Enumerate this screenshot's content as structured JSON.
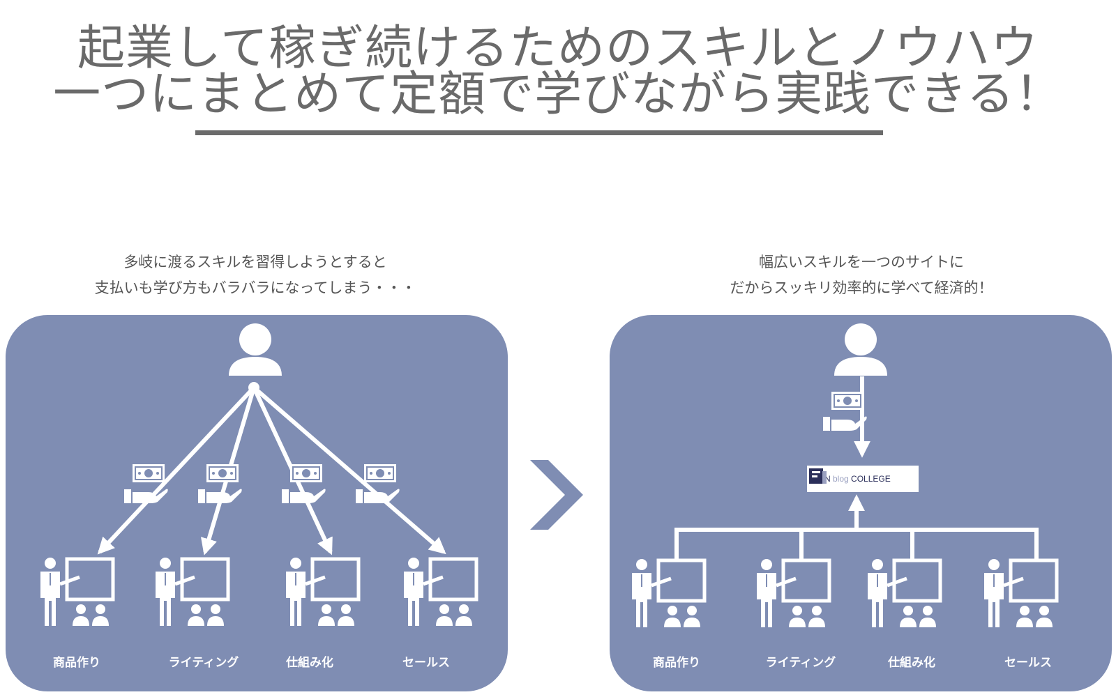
{
  "headline": {
    "line1": "起業して稼ぎ続けるためのスキルとノウハウ",
    "line2": "一つにまとめて定額で学びながら実践できる！"
  },
  "left_caption": {
    "line1": "多岐に渡るスキルを習得しようとすると",
    "line2": "支払いも学び方もバラバラになってしまう・・・"
  },
  "right_caption": {
    "line1": "幅広いスキルを一つのサイトに",
    "line2": "だからスッキリ効率的に学べて経済的！"
  },
  "skills": [
    "商品作り",
    "ライティング",
    "仕組み化",
    "セールス"
  ],
  "brand": {
    "part1": "FUN ",
    "part2": "blog",
    "part3": " COLLEGE"
  },
  "colors": {
    "panel": "#7f8db3",
    "headline": "#6a6a6a",
    "icon": "#ffffff"
  }
}
